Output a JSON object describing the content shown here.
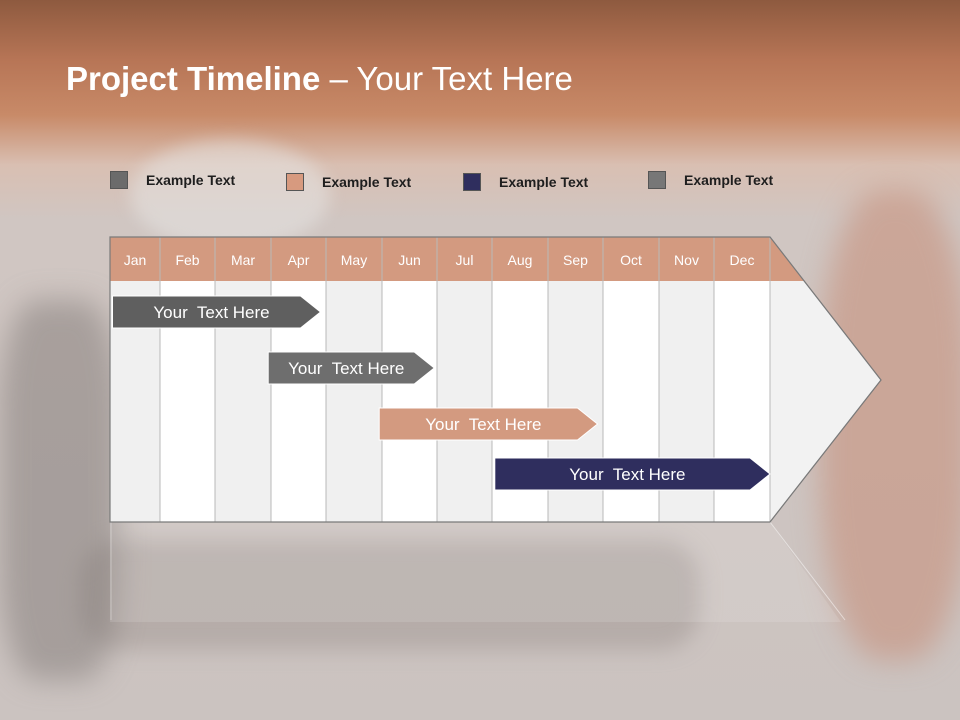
{
  "title": {
    "bold": "Project Timeline",
    "rest": " – Your Text Here"
  },
  "legend": [
    {
      "label": "Example Text",
      "color": "#6b6b6b"
    },
    {
      "label": "Example Text",
      "color": "#d79a7f"
    },
    {
      "label": "Example Text",
      "color": "#2f2e5e"
    },
    {
      "label": "Example Text",
      "color": "#777777"
    }
  ],
  "timeline": {
    "months": [
      "Jan",
      "Feb",
      "Mar",
      "Apr",
      "May",
      "Jun",
      "Jul",
      "Aug",
      "Sep",
      "Oct",
      "Nov",
      "Dec"
    ],
    "header_color": "#d39a80",
    "tasks": [
      {
        "label": "Your  Text Here",
        "start": 0.05,
        "end": 3.9,
        "color": "#5f5f5f"
      },
      {
        "label": "Your  Text Here",
        "start": 2.95,
        "end": 5.95,
        "color": "#6e6e6e"
      },
      {
        "label": "Your  Text Here",
        "start": 4.95,
        "end": 8.9,
        "color": "#d39a80"
      },
      {
        "label": "Your  Text Here",
        "start": 7.05,
        "end": 12.0,
        "color": "#2f2e5e"
      }
    ]
  }
}
